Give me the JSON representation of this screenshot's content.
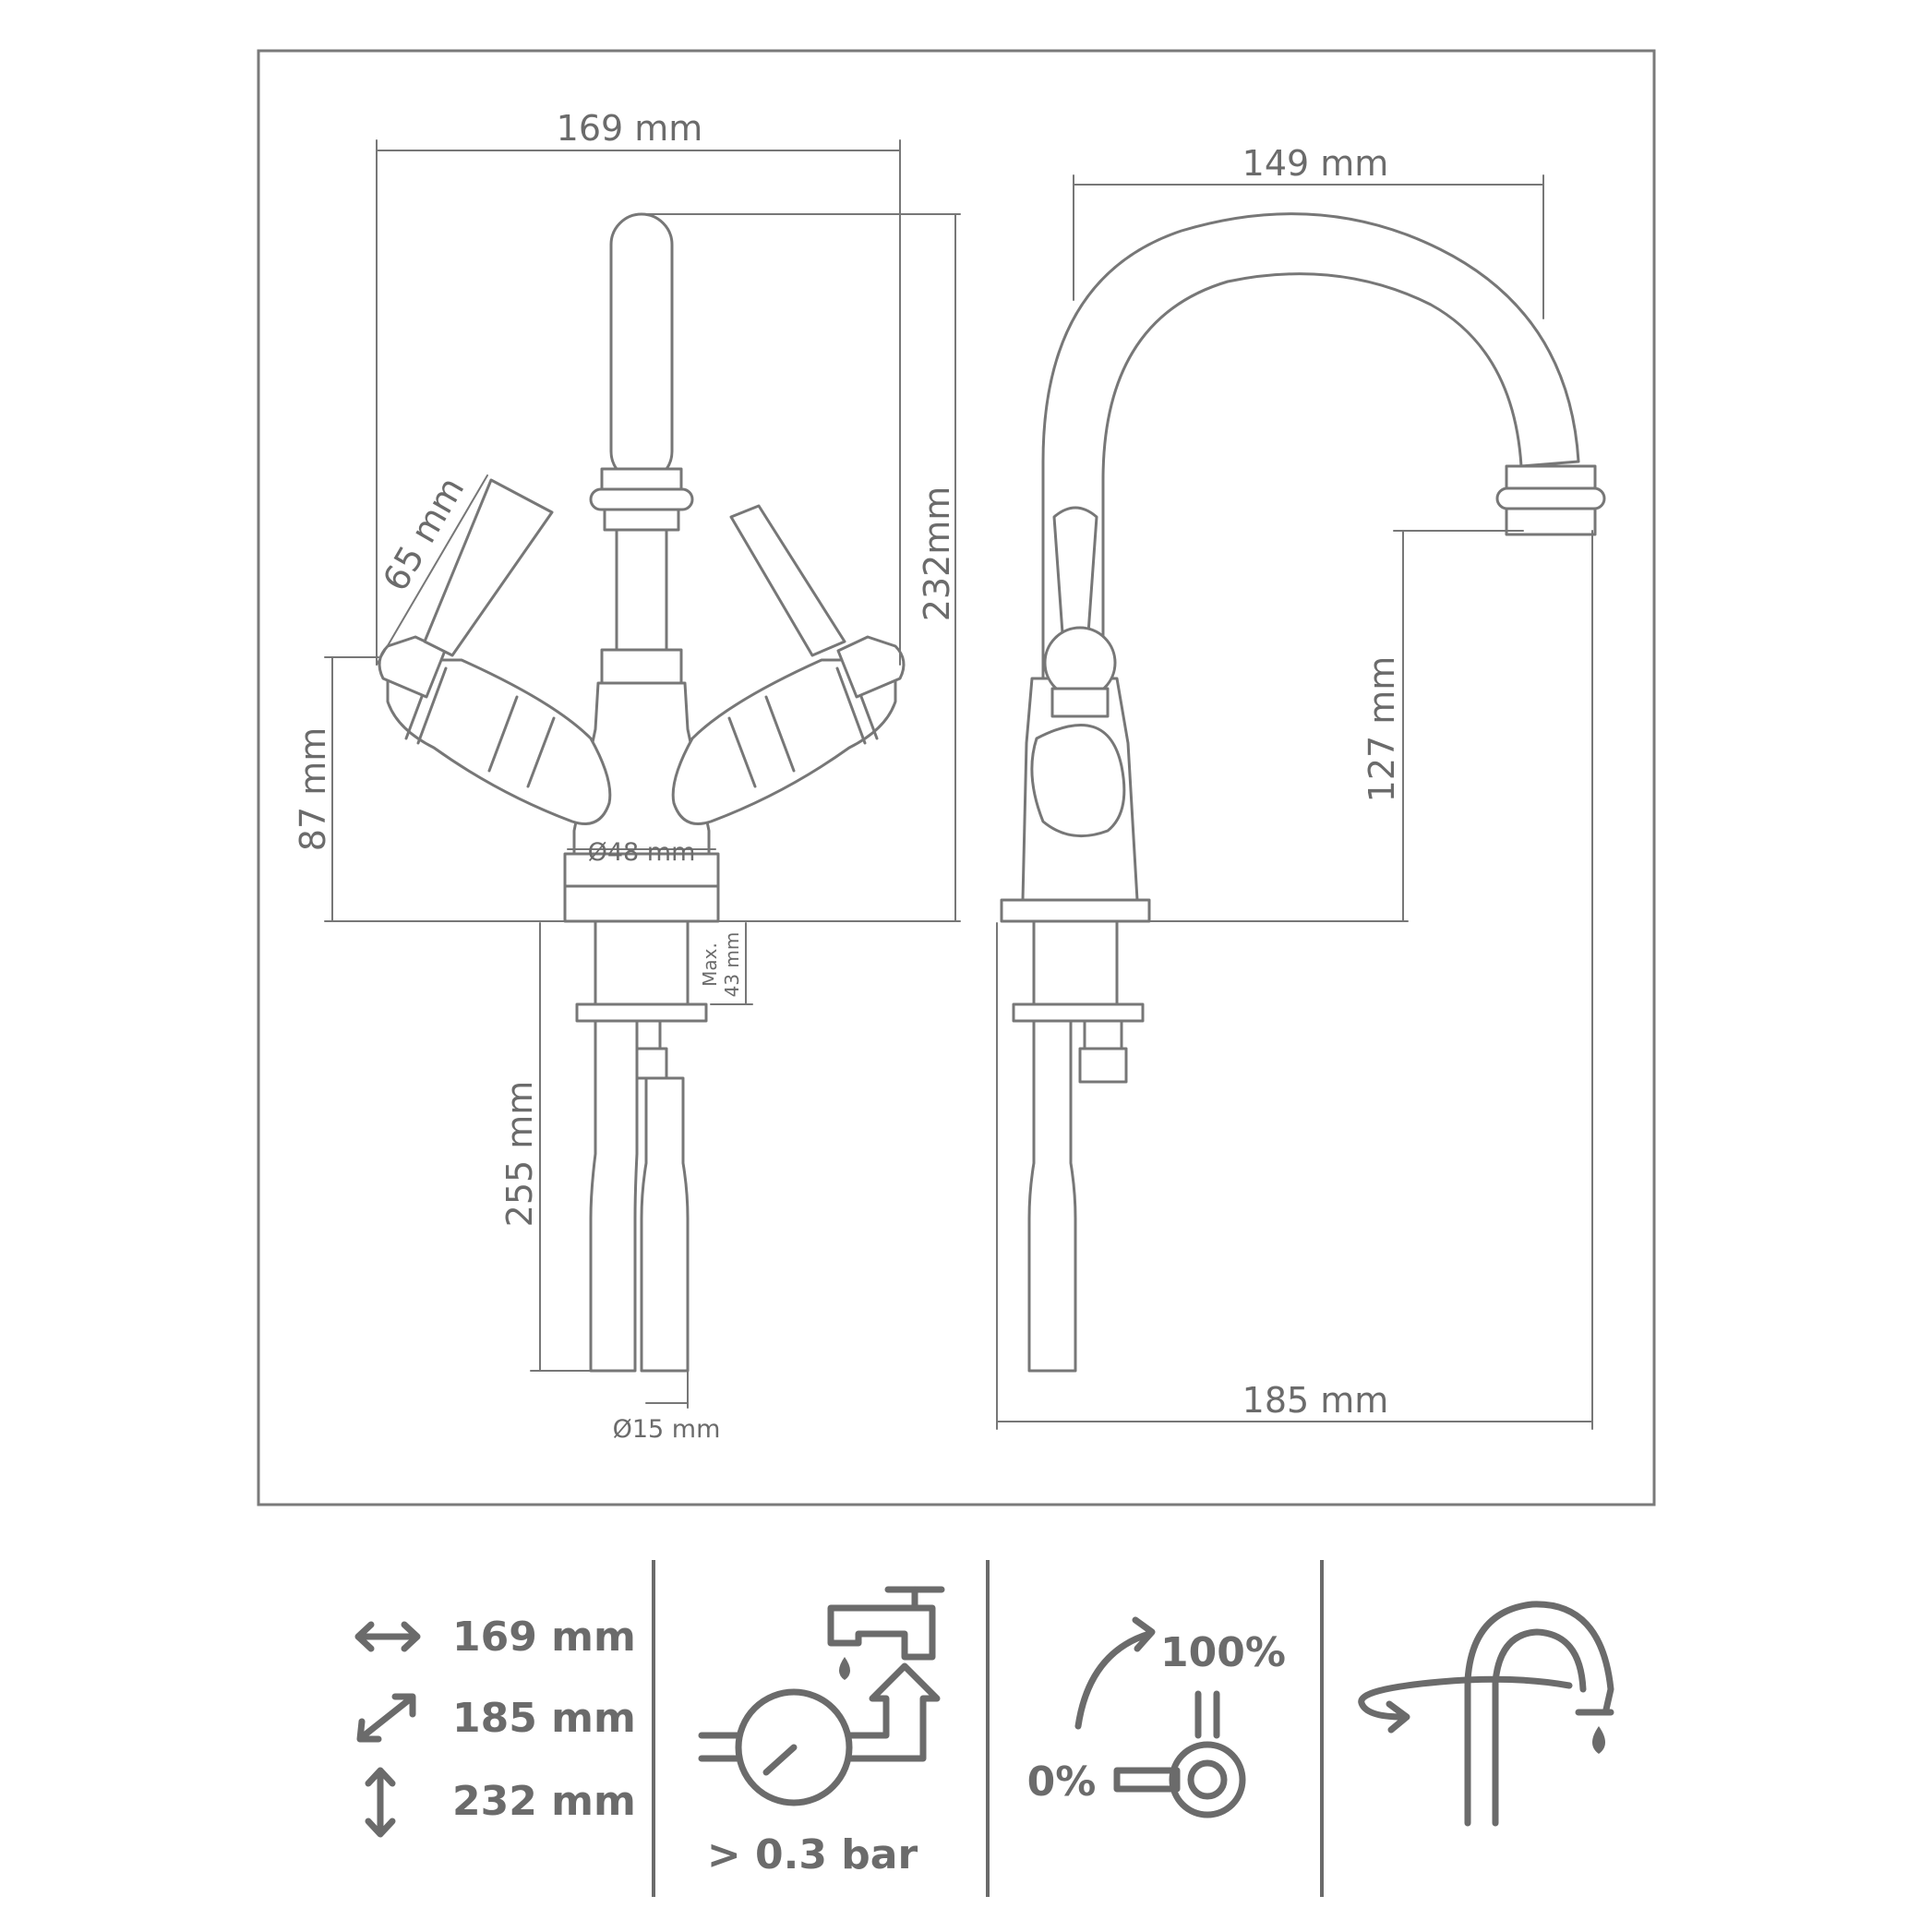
{
  "drawing": {
    "front": {
      "width": "169 mm",
      "height": "232mm",
      "lever_length": "65 mm",
      "base_height": "87 mm",
      "base_diameter": "Ø48 mm",
      "deck_thickness_line1": "Max.",
      "deck_thickness_line2": "43 mm",
      "hose_length": "255 mm",
      "hose_diameter": "Ø15 mm"
    },
    "side": {
      "reach": "149 mm",
      "spout_height": "127 mm",
      "depth": "185 mm"
    }
  },
  "specs": {
    "width": "169 mm",
    "depth": "185 mm",
    "height": "232 mm",
    "pressure": "> 0.3 bar",
    "mix_min": "0%",
    "mix_max": "100%"
  },
  "icons": [
    "horizontal-arrow-icon",
    "diagonal-arrow-icon",
    "vertical-arrow-icon",
    "water-pressure-icon",
    "lever-mix-icon",
    "swivel-spout-icon"
  ]
}
